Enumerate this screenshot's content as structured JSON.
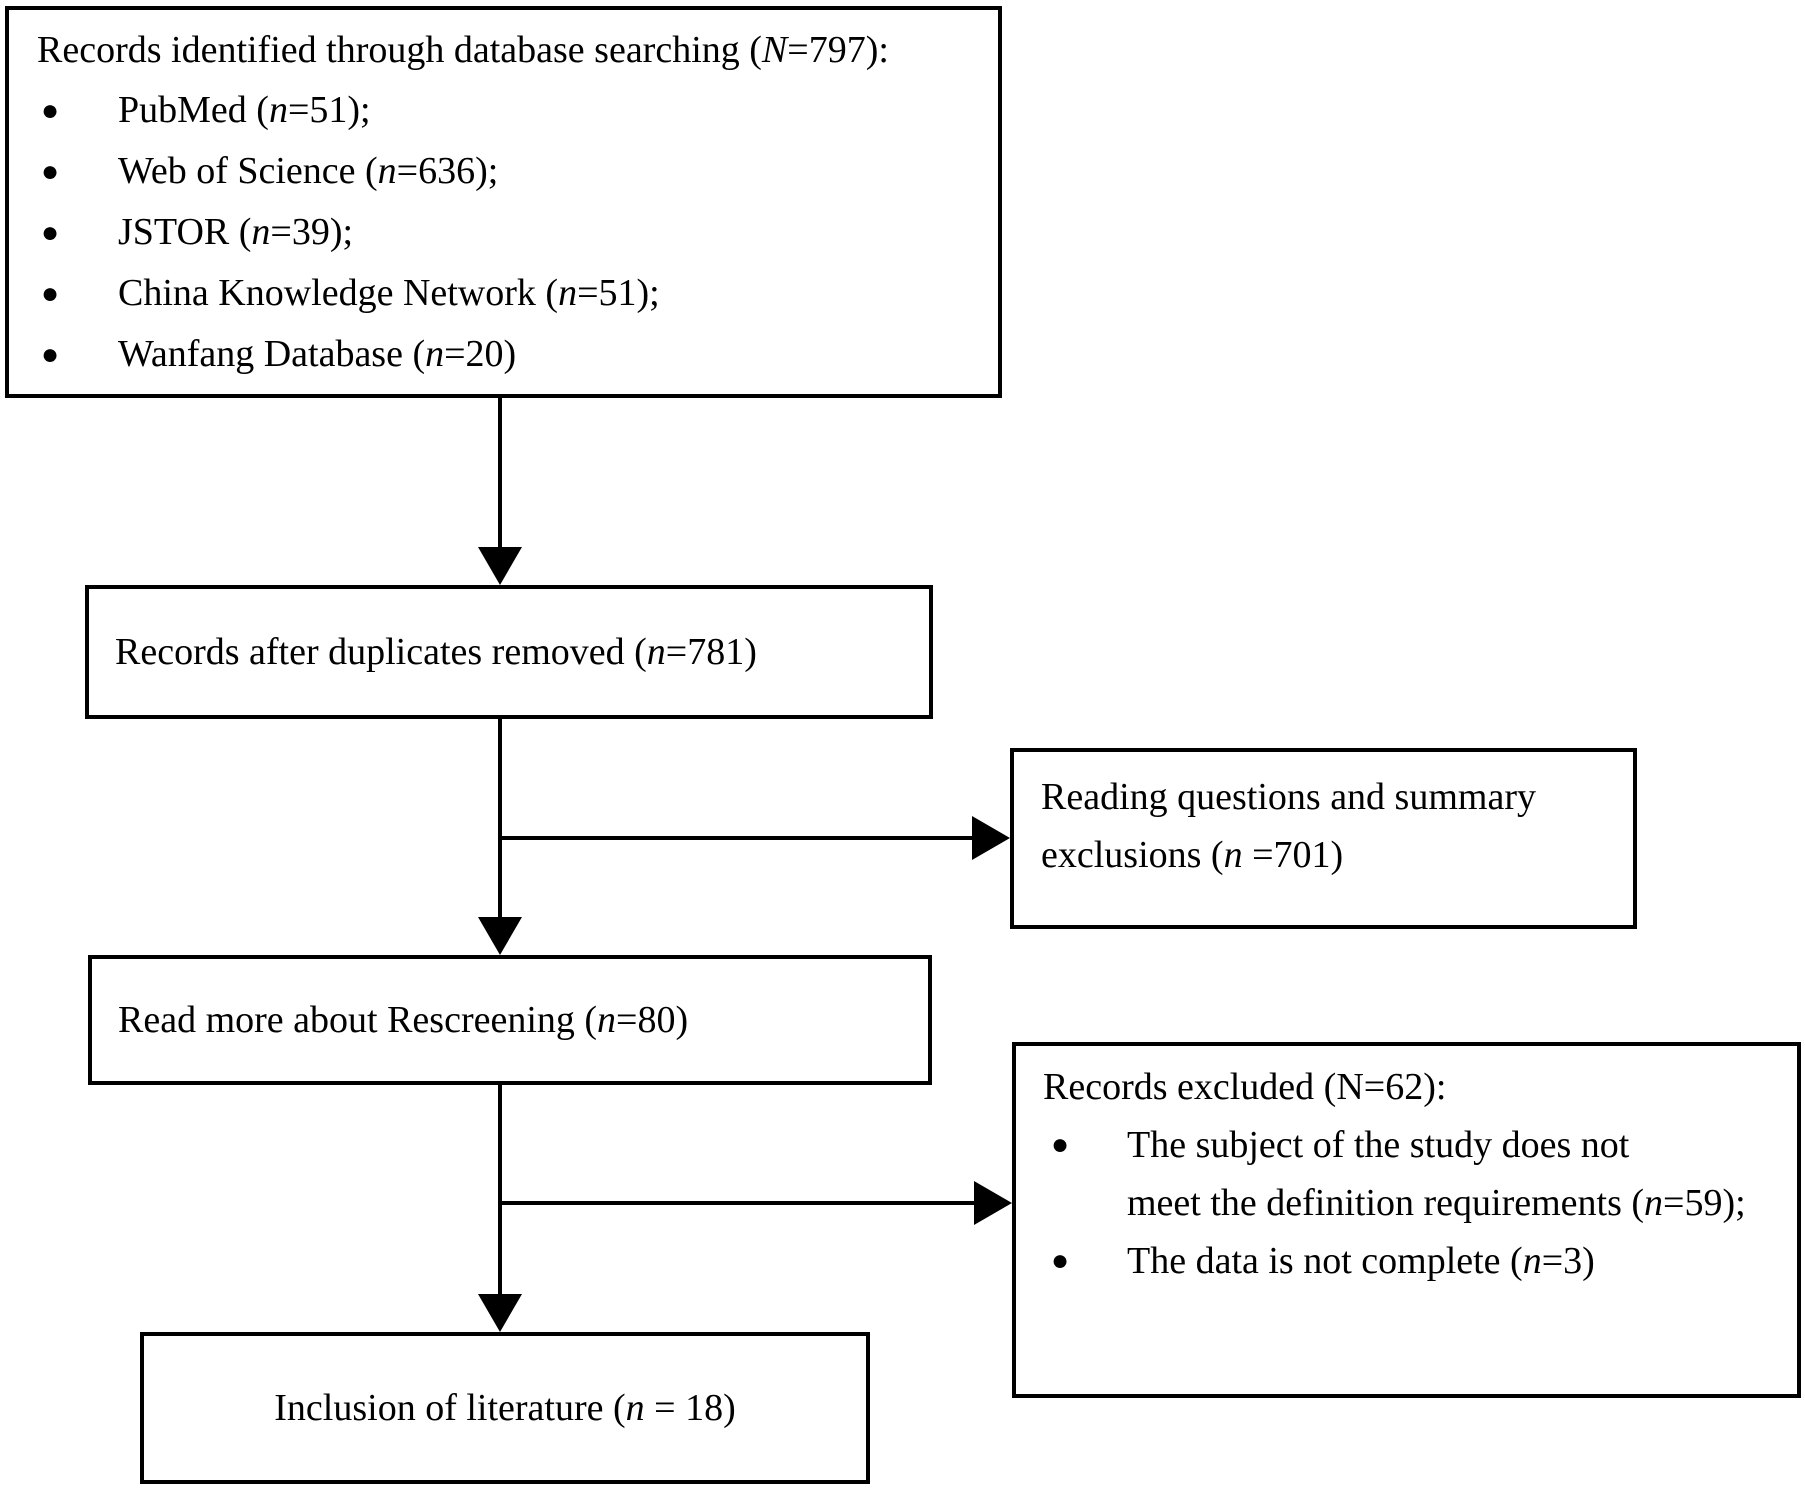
{
  "colors": {
    "background": "#ffffff",
    "line": "#000000",
    "text": "#000000"
  },
  "bullet_glyph": "●",
  "boxes": {
    "identification": {
      "title": [
        {
          "text": "Records identified through database searching ("
        },
        {
          "text": "N",
          "italic": true
        },
        {
          "text": "=797):"
        }
      ],
      "items": [
        [
          {
            "text": "PubMed ("
          },
          {
            "text": "n",
            "italic": true
          },
          {
            "text": "=51);"
          }
        ],
        [
          {
            "text": "Web of Science ("
          },
          {
            "text": "n",
            "italic": true
          },
          {
            "text": "=636);"
          }
        ],
        [
          {
            "text": "JSTOR ("
          },
          {
            "text": "n",
            "italic": true
          },
          {
            "text": "=39);"
          }
        ],
        [
          {
            "text": "China Knowledge Network ("
          },
          {
            "text": "n",
            "italic": true
          },
          {
            "text": "=51);"
          }
        ],
        [
          {
            "text": "Wanfang Database ("
          },
          {
            "text": "n",
            "italic": true
          },
          {
            "text": "=20)"
          }
        ]
      ]
    },
    "duplicates_removed": {
      "label": [
        {
          "text": "Records after duplicates removed ("
        },
        {
          "text": "n",
          "italic": true
        },
        {
          "text": "=781)"
        }
      ]
    },
    "reading_exclusions": {
      "label": [
        {
          "text": "Reading questions and summary"
        },
        {
          "break": true
        },
        {
          "text": "exclusions ("
        },
        {
          "text": "n",
          "italic": true
        },
        {
          "text": " =701)"
        }
      ]
    },
    "rescreening": {
      "label": [
        {
          "text": "Read more about Rescreening ("
        },
        {
          "text": "n",
          "italic": true
        },
        {
          "text": "=80)"
        }
      ]
    },
    "records_excluded": {
      "title": [
        {
          "text": "Records excluded (N=62):"
        }
      ],
      "items": [
        [
          {
            "text": "The subject of the study does not"
          },
          {
            "break": true
          },
          {
            "text": "meet the definition requirements ("
          },
          {
            "text": "n",
            "italic": true
          },
          {
            "text": "=59);"
          }
        ],
        [
          {
            "text": "The data is not complete ("
          },
          {
            "text": "n",
            "italic": true
          },
          {
            "text": "=3)"
          }
        ]
      ]
    },
    "inclusion": {
      "label": [
        {
          "text": "Inclusion of literature ("
        },
        {
          "text": "n",
          "italic": true
        },
        {
          "text": " = 18)"
        }
      ]
    }
  }
}
